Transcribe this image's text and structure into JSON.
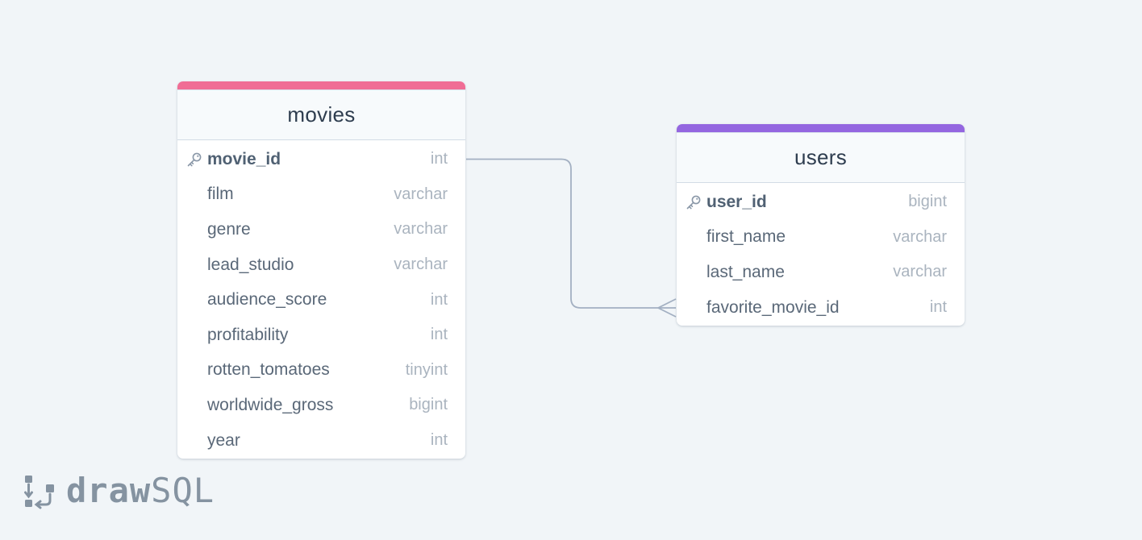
{
  "diagram": {
    "tables": [
      {
        "name": "movies",
        "accent_color": "#f06d95",
        "columns": [
          {
            "name": "movie_id",
            "type": "int",
            "primary_key": true
          },
          {
            "name": "film",
            "type": "varchar",
            "primary_key": false
          },
          {
            "name": "genre",
            "type": "varchar",
            "primary_key": false
          },
          {
            "name": "lead_studio",
            "type": "varchar",
            "primary_key": false
          },
          {
            "name": "audience_score",
            "type": "int",
            "primary_key": false
          },
          {
            "name": "profitability",
            "type": "int",
            "primary_key": false
          },
          {
            "name": "rotten_tomatoes",
            "type": "tinyint",
            "primary_key": false
          },
          {
            "name": "worldwide_gross",
            "type": "bigint",
            "primary_key": false
          },
          {
            "name": "year",
            "type": "int",
            "primary_key": false
          }
        ]
      },
      {
        "name": "users",
        "accent_color": "#9466e0",
        "columns": [
          {
            "name": "user_id",
            "type": "bigint",
            "primary_key": true
          },
          {
            "name": "first_name",
            "type": "varchar",
            "primary_key": false
          },
          {
            "name": "last_name",
            "type": "varchar",
            "primary_key": false
          },
          {
            "name": "favorite_movie_id",
            "type": "int",
            "primary_key": false
          }
        ]
      }
    ],
    "relationships": [
      {
        "from": "movies.movie_id",
        "to": "users.favorite_movie_id",
        "from_cardinality": "one",
        "to_cardinality": "many"
      }
    ],
    "connector_color": "#a3b0c2",
    "key_icon": "key-icon"
  },
  "branding": {
    "logo_bold": "draw",
    "logo_light": "SQL",
    "logo_icon": "drawsql-logo-icon"
  }
}
